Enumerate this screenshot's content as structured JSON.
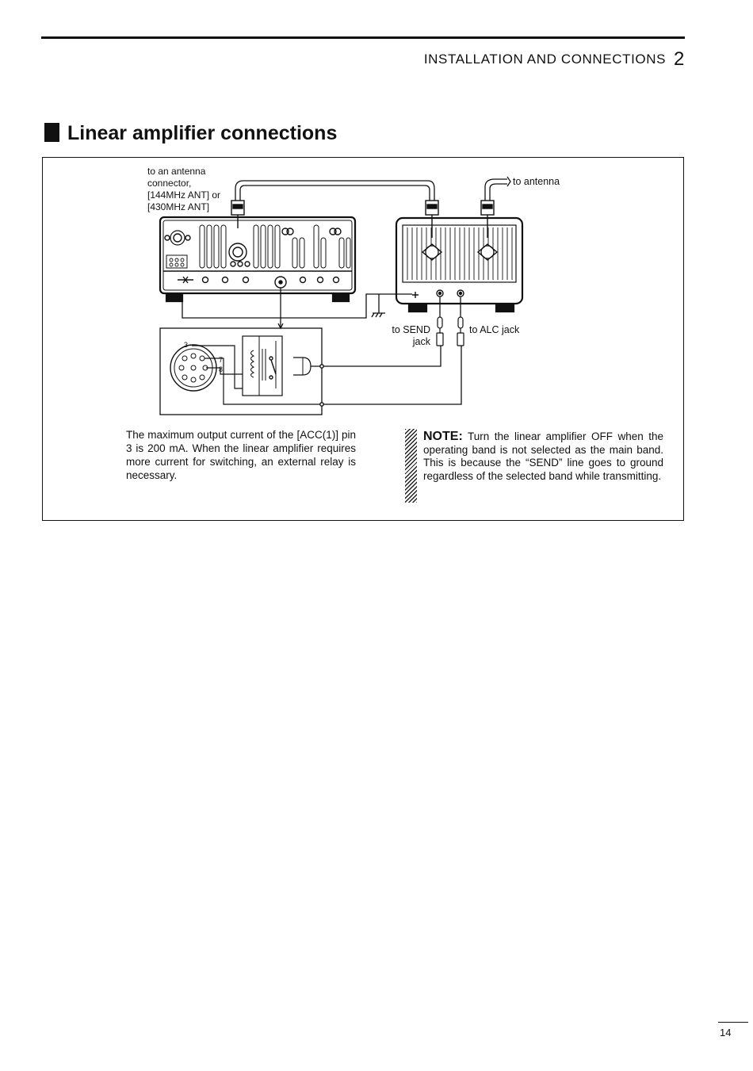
{
  "header": {
    "chapter_title": "INSTALLATION AND CONNECTIONS",
    "chapter_number": "2"
  },
  "section": {
    "title": "Linear amplifier connections"
  },
  "diagram": {
    "label_radio_antenna": [
      "to an antenna",
      "connector,",
      "[144MHz ANT] or",
      "[430MHz ANT]"
    ],
    "label_to_antenna": "to antenna",
    "label_to_send": [
      "to SEND",
      "jack"
    ],
    "label_to_alc": "to ALC jack",
    "pin_labels": [
      "3",
      "7",
      "8"
    ]
  },
  "body_text": "The maximum output current of the [ACC(1)] pin 3 is 200 mA. When the linear amplifier requires more current for switching, an external relay is necessary.",
  "note": {
    "heading": "NOTE:",
    "text": "Turn the linear amplifier OFF when the operating band is not selected as the main band. This is because the “SEND” line goes to ground regardless of the selected band while transmitting."
  },
  "page_number": "14"
}
